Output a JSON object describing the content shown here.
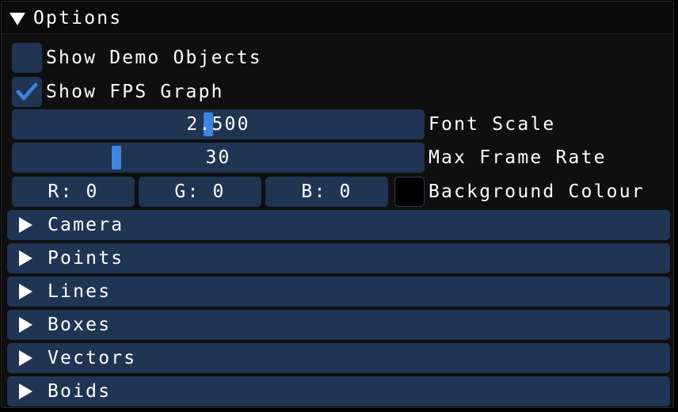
{
  "window": {
    "title": "Options"
  },
  "checkboxes": [
    {
      "label": "Show Demo Objects",
      "checked": false
    },
    {
      "label": "Show FPS Graph",
      "checked": true
    }
  ],
  "font_scale": {
    "value": "2.500",
    "label": "Font Scale"
  },
  "max_frame_rate": {
    "value": "30",
    "label": "Max Frame Rate"
  },
  "background_colour": {
    "r_label": "R:  0",
    "g_label": "G:  0",
    "b_label": "B:  0",
    "swatch_color": "#000000",
    "label": "Background Colour"
  },
  "sections": [
    {
      "label": "Camera"
    },
    {
      "label": "Points"
    },
    {
      "label": "Lines"
    },
    {
      "label": "Boxes"
    },
    {
      "label": "Vectors"
    },
    {
      "label": "Boids"
    }
  ],
  "colors": {
    "frame_bg": "#1f3553",
    "accent": "#3d85e0",
    "window_bg": "#0f0f0f",
    "title_bg": "#0a0a0a",
    "text": "#ffffff"
  }
}
